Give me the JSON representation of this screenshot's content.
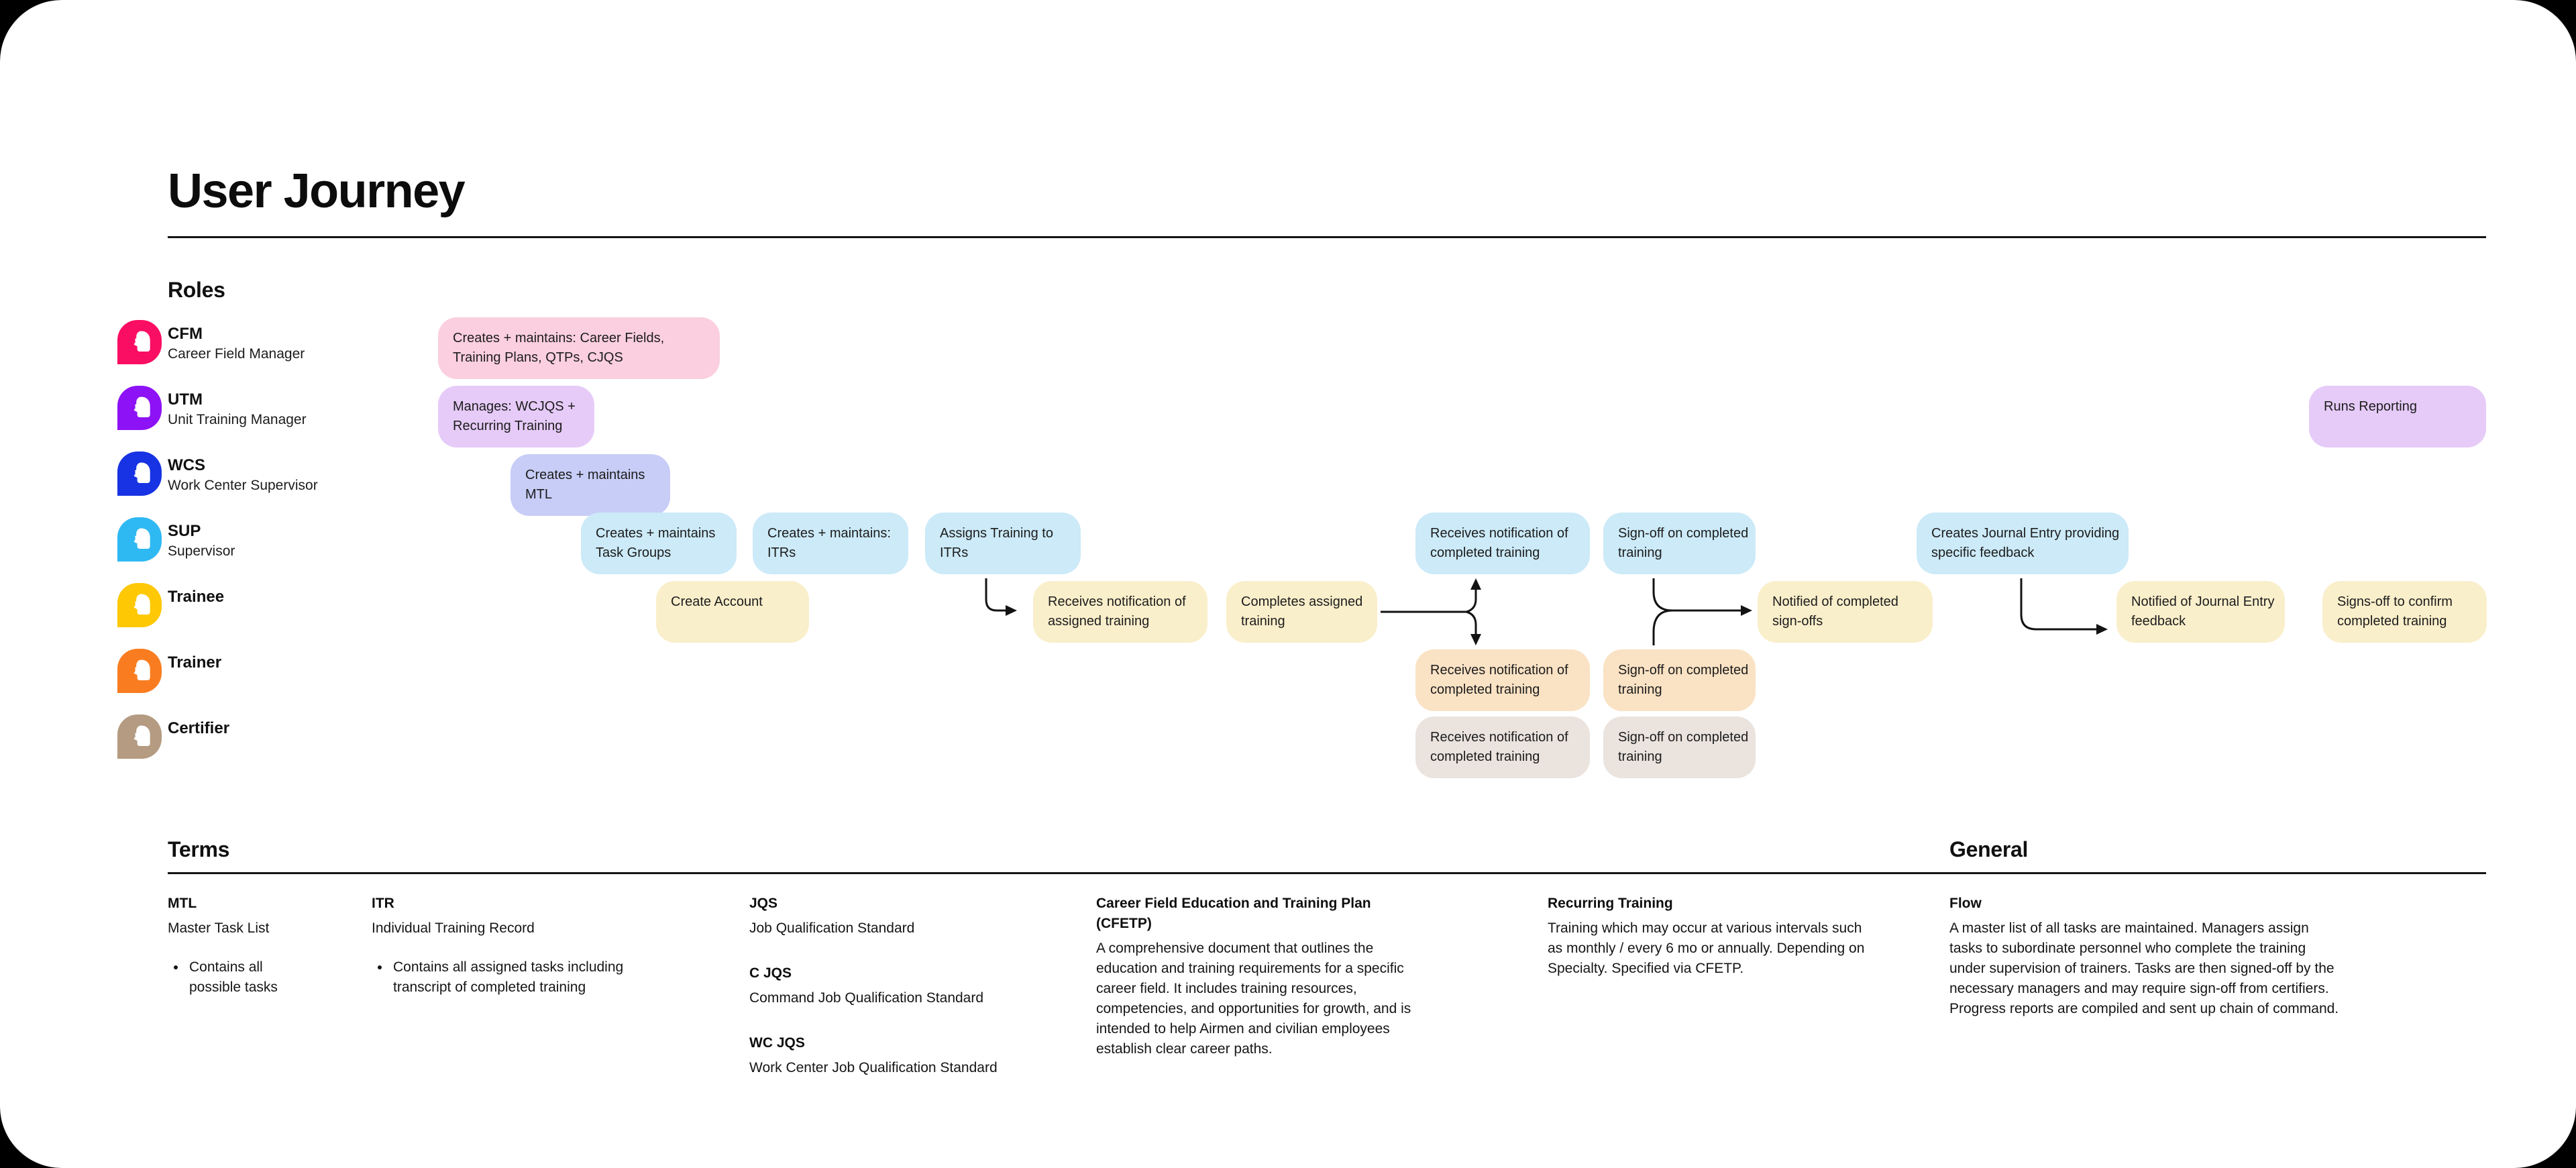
{
  "page": {
    "title": "User Journey"
  },
  "roles": {
    "heading": "Roles",
    "items": [
      {
        "abbr": "CFM",
        "name": "Career Field Manager",
        "color": "#fa0e63"
      },
      {
        "abbr": "UTM",
        "name": "Unit Training Manager",
        "color": "#8d12f5"
      },
      {
        "abbr": "WCS",
        "name": "Work Center Supervisor",
        "color": "#1733e3"
      },
      {
        "abbr": "SUP",
        "name": "Supervisor",
        "color": "#2fb9f3"
      },
      {
        "abbr": "Trainee",
        "name": "",
        "color": "#ffc805"
      },
      {
        "abbr": "Trainer",
        "name": "",
        "color": "#f97d20"
      },
      {
        "abbr": "Certifier",
        "name": "",
        "color": "#b49b81"
      }
    ]
  },
  "journey": {
    "row_colors": {
      "cfm": "#fbcfdf",
      "utm": "#e6cbf8",
      "wcs": "#c7cdf6",
      "sup": "#cceaf8",
      "trainee": "#faefcb",
      "trainer": "#fae2c4",
      "certifier": "#eae3de"
    },
    "boxes": {
      "cfm_creates": "Creates + maintains: Career Fields, Training Plans, QTPs, CJQS",
      "utm_manages": "Manages: WCJQS + Recurring Training",
      "utm_reporting": "Runs Reporting",
      "wcs_mtl": "Creates + maintains MTL",
      "sup_task_groups": "Creates + maintains Task Groups",
      "sup_itrs": "Creates + maintains: ITRs",
      "sup_assigns": "Assigns Training to ITRs",
      "sup_receives": "Receives notification of completed training",
      "sup_signoff": "Sign-off on completed training",
      "sup_journal": "Creates Journal Entry providing specific feedback",
      "trainee_account": "Create Account",
      "trainee_receives": "Receives notification of assigned training",
      "trainee_completes": "Completes assigned training",
      "trainee_notified_signoffs": "Notified of completed sign-offs",
      "trainee_notified_journal": "Notified of Journal Entry feedback",
      "trainee_confirms": "Signs-off to confirm completed training",
      "trainer_receives": "Receives notification of completed training",
      "trainer_signoff": "Sign-off on completed training",
      "certifier_receives": "Receives notification of completed training",
      "certifier_signoff": "Sign-off on completed training"
    }
  },
  "terms": {
    "heading": "Terms",
    "mtl": {
      "term": "MTL",
      "definition": "Master Task List",
      "bullet": "Contains all possible tasks"
    },
    "itr": {
      "term": "ITR",
      "definition": "Individual Training Record",
      "bullet": "Contains all assigned tasks including transcript of completed training"
    },
    "jqs": {
      "term": "JQS",
      "definition": "Job Qualification Standard"
    },
    "cjqs": {
      "term": "C JQS",
      "definition": "Command Job Qualification Standard"
    },
    "wcjqs": {
      "term": "WC JQS",
      "definition": "Work Center Job Qualification Standard"
    },
    "cfetp": {
      "term": "Career Field Education and Training Plan (CFETP)",
      "definition": "A comprehensive document that outlines the education and training requirements for a specific career field. It includes training resources, competencies, and opportunities for growth, and is intended to help Airmen and civilian employees establish clear career paths."
    },
    "recurring": {
      "term": "Recurring Training",
      "definition": "Training which may occur at various intervals such as monthly / every 6 mo or annually. Depending on Specialty. Specified via CFETP."
    }
  },
  "general": {
    "heading": "General",
    "flow": {
      "term": "Flow",
      "definition": "A master list of all tasks are maintained. Managers assign tasks to subordinate personnel who complete the training under supervision of trainers. Tasks are then signed-off by the necessary managers and may require sign-off from certifiers. Progress reports are compiled and sent up chain of command."
    }
  }
}
